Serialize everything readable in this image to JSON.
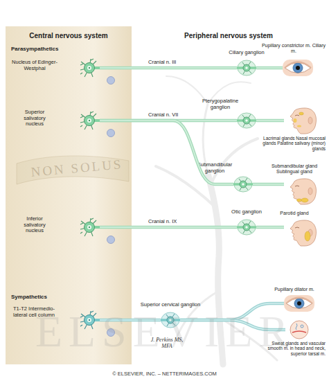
{
  "diagram": {
    "nodes": [
      {
        "text": [
          "Central nervous system"
        ]
      },
      {
        "text": [
          "Peripheral nervous system"
        ]
      },
      {
        "text": [
          "Nucleus of Edinger-Westphal"
        ],
        "in": 0
      },
      {
        "text": [
          "Superior salivatory nucleus"
        ],
        "in": 0
      },
      {
        "text": [
          "Inferior salivatory nucleus"
        ],
        "in": 0
      },
      {
        "text": [
          "T1-T2 Intermedio-lateral cell column"
        ],
        "in": 0
      },
      {
        "text": [
          "Ciliary ganglion"
        ],
        "in": 1
      },
      {
        "text": [
          "Pterygopalatine ganglion"
        ],
        "in": 1
      },
      {
        "text": [
          "Submandibular ganglion"
        ],
        "in": 1
      },
      {
        "text": [
          "Otic ganglion"
        ],
        "in": 1
      },
      {
        "text": [
          "Superior cervical ganglion"
        ],
        "in": 1
      },
      {
        "text": [
          "Pupillary constrictor m. Ciliary m."
        ],
        "in": 1
      },
      {
        "text": [
          "Lacrimal glands Nasal mucosal glands Palatine salivary (minor) glands"
        ],
        "in": 1
      },
      {
        "text": [
          "Submandibular gland Sublingual gland"
        ],
        "in": 1
      },
      {
        "text": [
          "Parotid gland"
        ],
        "in": 1
      },
      {
        "text": [
          "Pupillary dilator m."
        ],
        "in": 1
      },
      {
        "text": [
          "Sweat glands and vascular smooth m. in head and neck, superior tarsal m."
        ],
        "in": 1
      }
    ],
    "edges": [
      {
        "from": 2,
        "to": 6,
        "arrow": "none",
        "label": "Cranial n. III"
      },
      {
        "from": 6,
        "to": 11,
        "arrow": "none"
      },
      {
        "from": 3,
        "to": 7,
        "arrow": "none",
        "label": "Cranial n. VII"
      },
      {
        "from": 7,
        "to": 12,
        "arrow": "none"
      },
      {
        "from": 3,
        "to": 8,
        "arrow": "none"
      },
      {
        "from": 8,
        "to": 13,
        "arrow": "none"
      },
      {
        "from": 4,
        "to": 9,
        "arrow": "none",
        "label": "Cranial n. IX"
      },
      {
        "from": 9,
        "to": 14,
        "arrow": "none"
      },
      {
        "from": 5,
        "to": 10,
        "arrow": "none"
      },
      {
        "from": 10,
        "to": 15,
        "arrow": "none"
      },
      {
        "from": 10,
        "to": 16,
        "arrow": "none"
      }
    ],
    "labels": [
      "Parasympathetics",
      "Sympathetics",
      "NON SOLUS",
      "ELSEVIER",
      "J. Perkins MS, MFA",
      "© ELSEVIER, INC. – NETTERIMAGES.COM"
    ]
  }
}
